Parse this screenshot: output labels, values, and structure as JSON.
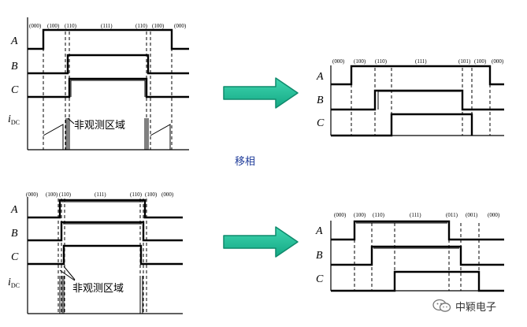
{
  "segment_labels": {
    "top_left": [
      "(000)",
      "(100)",
      "(110)",
      "(111)",
      "(110)",
      "(100)",
      "(000)"
    ],
    "top_right": [
      "(000)",
      "(100)",
      "(110)",
      "(111)",
      "(101)",
      "(100)",
      "(000)"
    ],
    "bottom_left": [
      "(000)",
      "(100)",
      "(110)",
      "(111)",
      "(110)",
      "(100)",
      "(000)"
    ],
    "bottom_right": [
      "(000)",
      "(100)",
      "(110)",
      "(111)",
      "(011)",
      "(001)",
      "(000)"
    ]
  },
  "signal_labels": {
    "a": "A",
    "b": "B",
    "c": "C",
    "i": "i",
    "i_sub": "DC"
  },
  "annotations": {
    "non_observed": "非观测区域",
    "phase_shift": "移相"
  },
  "watermark": {
    "text": "中颖电子",
    "icon": "wechat-icon"
  },
  "colors": {
    "arrow_fill": "#1bbd9a",
    "arrow_stroke": "#0f8a6c",
    "caption": "#1f3c9a"
  }
}
